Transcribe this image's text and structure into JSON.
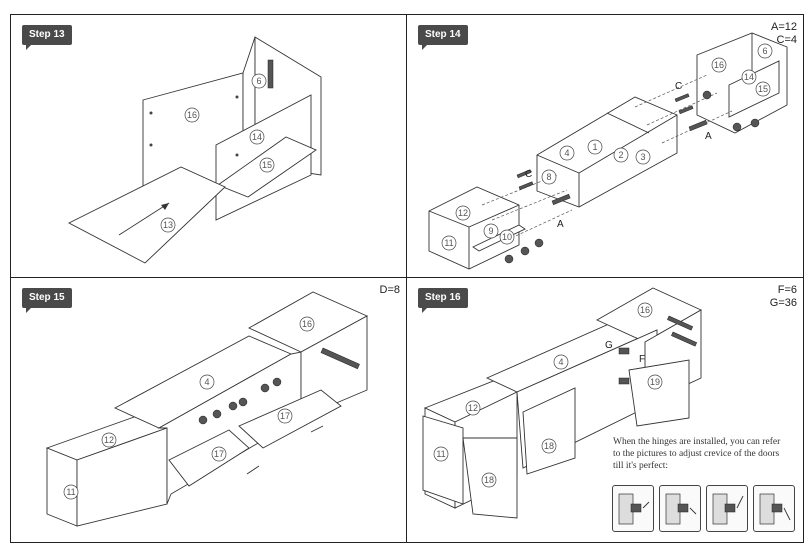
{
  "steps": [
    {
      "label": "Step 13"
    },
    {
      "label": "Step 14"
    },
    {
      "label": "Step 15"
    },
    {
      "label": "Step 16"
    }
  ],
  "step14": {
    "hardware_note_a": "A=12",
    "hardware_note_c": "C=4",
    "letters": [
      "A",
      "C",
      "A",
      "C"
    ]
  },
  "step15": {
    "hardware_note": "D=8"
  },
  "step16": {
    "hardware_note_f": "F=6",
    "hardware_note_g": "G=36",
    "letters": [
      "G",
      "F"
    ],
    "caption_lines": [
      "When the hinges are installed, you can refer",
      "to the pictures to adjust crevice of the doors",
      "till it's perfect:"
    ]
  },
  "part_numbers": {
    "step13": [
      "6",
      "16",
      "14",
      "15",
      "13"
    ],
    "step14": [
      "16",
      "6",
      "14",
      "15",
      "1",
      "2",
      "3",
      "4",
      "8",
      "12",
      "9",
      "10",
      "11"
    ],
    "step15": [
      "16",
      "4",
      "12",
      "17",
      "17",
      "11"
    ],
    "step16": [
      "16",
      "4",
      "19",
      "12",
      "18",
      "11",
      "18"
    ]
  }
}
